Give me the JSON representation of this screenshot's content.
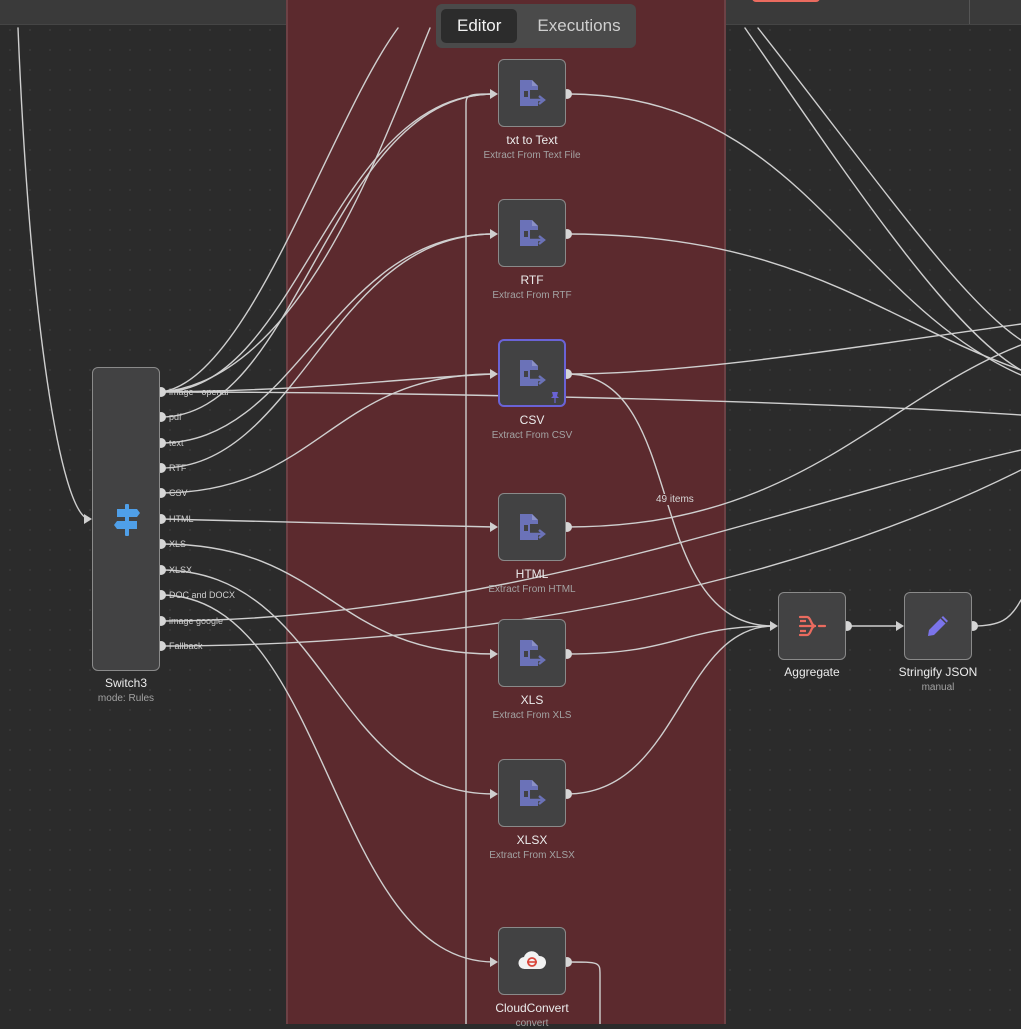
{
  "tabs": {
    "editor": "Editor",
    "executions": "Executions"
  },
  "switch_node": {
    "name": "Switch3",
    "subtitle": "mode: Rules",
    "outputs": [
      "image - openai",
      "pdf",
      "text",
      "RTF",
      "CSV",
      "HTML",
      "XLS",
      "XLSX",
      "DOC and DOCX",
      "image google",
      "Fallback"
    ]
  },
  "nodes": {
    "txt": {
      "name": "txt to Text",
      "subtitle": "Extract From Text File"
    },
    "rtf": {
      "name": "RTF",
      "subtitle": "Extract From RTF"
    },
    "csv": {
      "name": "CSV",
      "subtitle": "Extract From CSV"
    },
    "html": {
      "name": "HTML",
      "subtitle": "Extract From HTML"
    },
    "xls": {
      "name": "XLS",
      "subtitle": "Extract From XLS"
    },
    "xlsx": {
      "name": "XLSX",
      "subtitle": "Extract From XLSX"
    },
    "cloudconvert": {
      "name": "CloudConvert",
      "subtitle": "convert"
    },
    "aggregate": {
      "name": "Aggregate",
      "subtitle": ""
    },
    "stringify": {
      "name": "Stringify JSON",
      "subtitle": "manual"
    }
  },
  "connection_labels": {
    "csv_to_aggregate": "49 items"
  },
  "colors": {
    "canvas": "#2b2b2b",
    "sticky": "#5c2a2e",
    "extract_icon": "#6b72b8",
    "switch_icon": "#4f9fe8",
    "aggregate_icon": "#ea6b5f",
    "stringify_icon": "#7b74ea",
    "selected_border": "#6a63d6"
  },
  "icons": {
    "extract": "file-export-icon",
    "switch": "signpost-icon",
    "aggregate": "aggregate-icon",
    "stringify": "pencil-icon",
    "cloudconvert": "cloud-convert-icon",
    "pinned": "pin-icon"
  }
}
